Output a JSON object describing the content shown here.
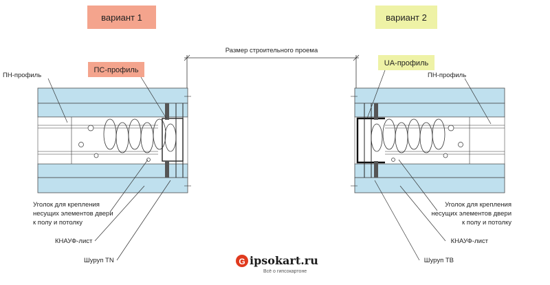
{
  "colors": {
    "board": "#bfe0ee",
    "board_stroke": "#4b4b4b",
    "accent_left": "#f4a48d",
    "accent_right": "#eef2a6",
    "logo_accent": "#e03a1e",
    "line": "#333333"
  },
  "variants": {
    "left_title": "вариант 1",
    "right_title": "вариант 2"
  },
  "dimension_label": "Размер строительного проема",
  "left": {
    "pn_profile": "ПН-профиль",
    "ps_profile": "ПС-профиль",
    "corner_line1": "Уголок для крепления",
    "corner_line2": "несущих элементов двери",
    "corner_line3": "к полу и потолку",
    "knauf_sheet": "КНАУФ-лист",
    "screw": "Шуруп TN"
  },
  "right": {
    "ua_profile": "UA-профиль",
    "pn_profile": "ПН-профиль",
    "corner_line1": "Уголок для крепления",
    "corner_line2": "несущих элементов двери",
    "corner_line3": "к полу и потолку",
    "knauf_sheet": "КНАУФ-лист",
    "screw": "Шуруп TB"
  },
  "logo": {
    "text": "ipsokart.ru",
    "tagline": "Всё о гипсокартоне",
    "icon": "flame-g-icon"
  }
}
